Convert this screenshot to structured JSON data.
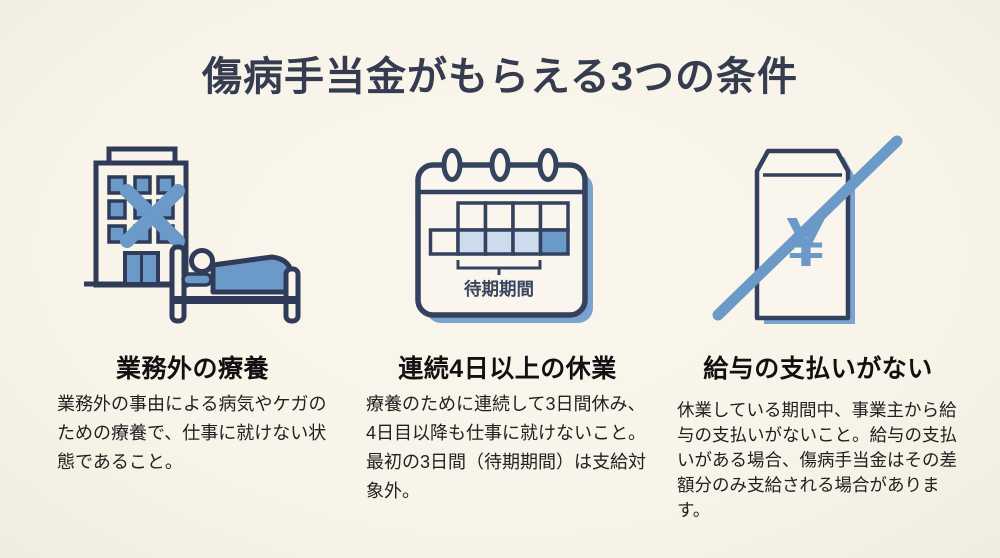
{
  "title": "傷病手当金がもらえる3つの条件",
  "colors": {
    "background": "#f8f4e9",
    "outline_navy": "#2f3b59",
    "accent_blue": "#6b99c8",
    "pale_blue": "#ccdced",
    "shadow_blue": "#7ba3cf",
    "title_text": "#353c50",
    "heading_text": "#111111",
    "body_text": "#212121"
  },
  "conditions": [
    {
      "icon": "hospital-building-bed-icon",
      "heading": "業務外の療養",
      "body": "業務外の事由による病気やケガのための療養で、仕事に就けない状態であること。"
    },
    {
      "icon": "calendar-waiting-period-icon",
      "heading": "連続4日以上の休業",
      "body": "療養のために連続して3日間休み、4日目以降も仕事に就けないこと。最初の3日間（待期期間）は支給対象外。",
      "calendar_label": "待期期間"
    },
    {
      "icon": "no-salary-envelope-icon",
      "heading": "給与の支払いがない",
      "body": "休業している期間中、事業主から給与の支払いがないこと。給与の支払いがある場合、傷病手当金はその差額分のみ支給される場合があります。",
      "yen_symbol": "¥"
    }
  ]
}
